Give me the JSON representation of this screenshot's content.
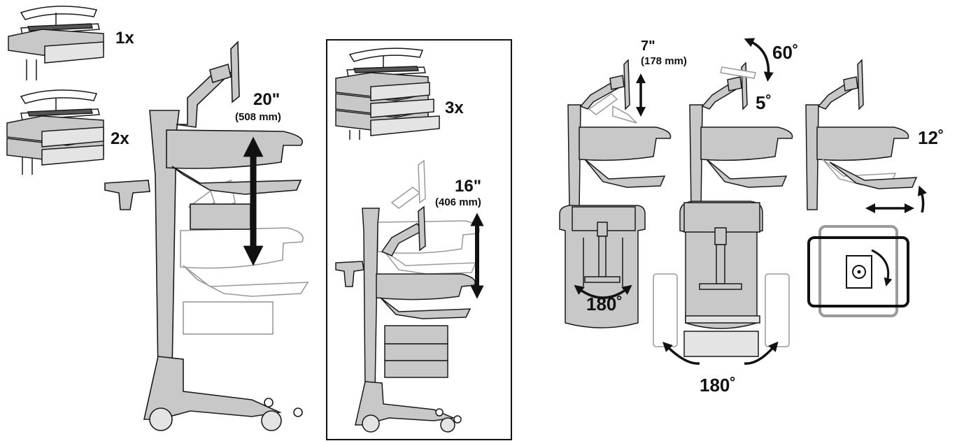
{
  "labels": {
    "drawer_1x": "1x",
    "drawer_2x": "2x",
    "drawer_3x": "3x",
    "height_tall_in": "20\"",
    "height_tall_mm": "(508 mm)",
    "height_short_in": "16\"",
    "height_short_mm": "(406 mm)",
    "monitor_height_in": "7\"",
    "monitor_height_mm": "(178 mm)",
    "tilt_up": "60˚",
    "tilt_down": "5˚",
    "keyboard_tilt": "12˚",
    "swivel_worksurface": "180˚",
    "swivel_keyboard": "180˚"
  },
  "colors": {
    "fill": "#c8c8c8",
    "fill_light": "#e4e4e4",
    "ghost": "#bdbdbd",
    "stroke": "#1a1a1a",
    "arrow": "#111111"
  },
  "icons": [
    "rotate-arrow-icon",
    "double-arrow-icon",
    "tilt-arrow-icon"
  ]
}
